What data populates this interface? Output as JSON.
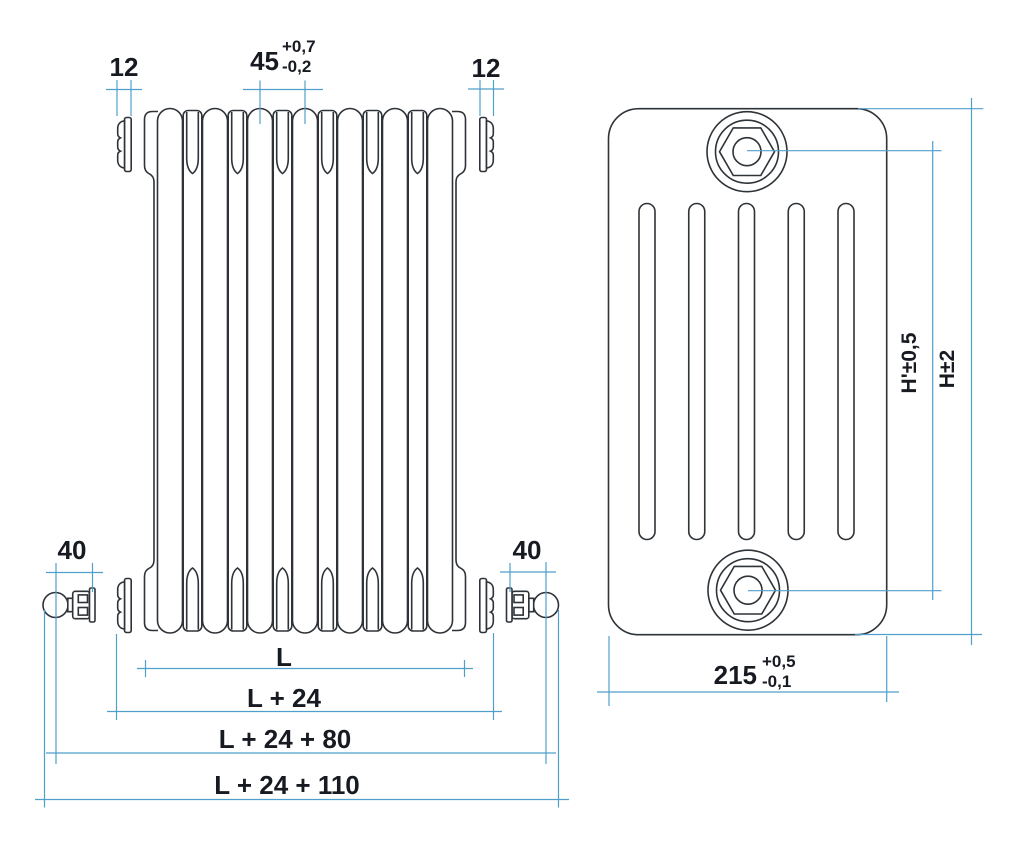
{
  "front_view": {
    "dims": {
      "flange_left": "12",
      "flange_right": "12",
      "pitch": "45",
      "pitch_tol_plus": "+0,7",
      "pitch_tol_minus": "-0,2",
      "valve_left": "40",
      "valve_right": "40",
      "length": "L",
      "length_flange": "L + 24",
      "length_valve": "L + 24 + 80",
      "length_total": "L + 24 + 110"
    }
  },
  "side_view": {
    "dims": {
      "depth": "215",
      "depth_tol_plus": "+0,5",
      "depth_tol_minus": "-0,1",
      "height_centers": "H'±0,5",
      "height_overall": "H±2"
    }
  },
  "colors": {
    "dimension_line": "#4f9fcc",
    "drawing_line": "#2e3338",
    "label_text": "#171b21",
    "background": "#ffffff"
  }
}
